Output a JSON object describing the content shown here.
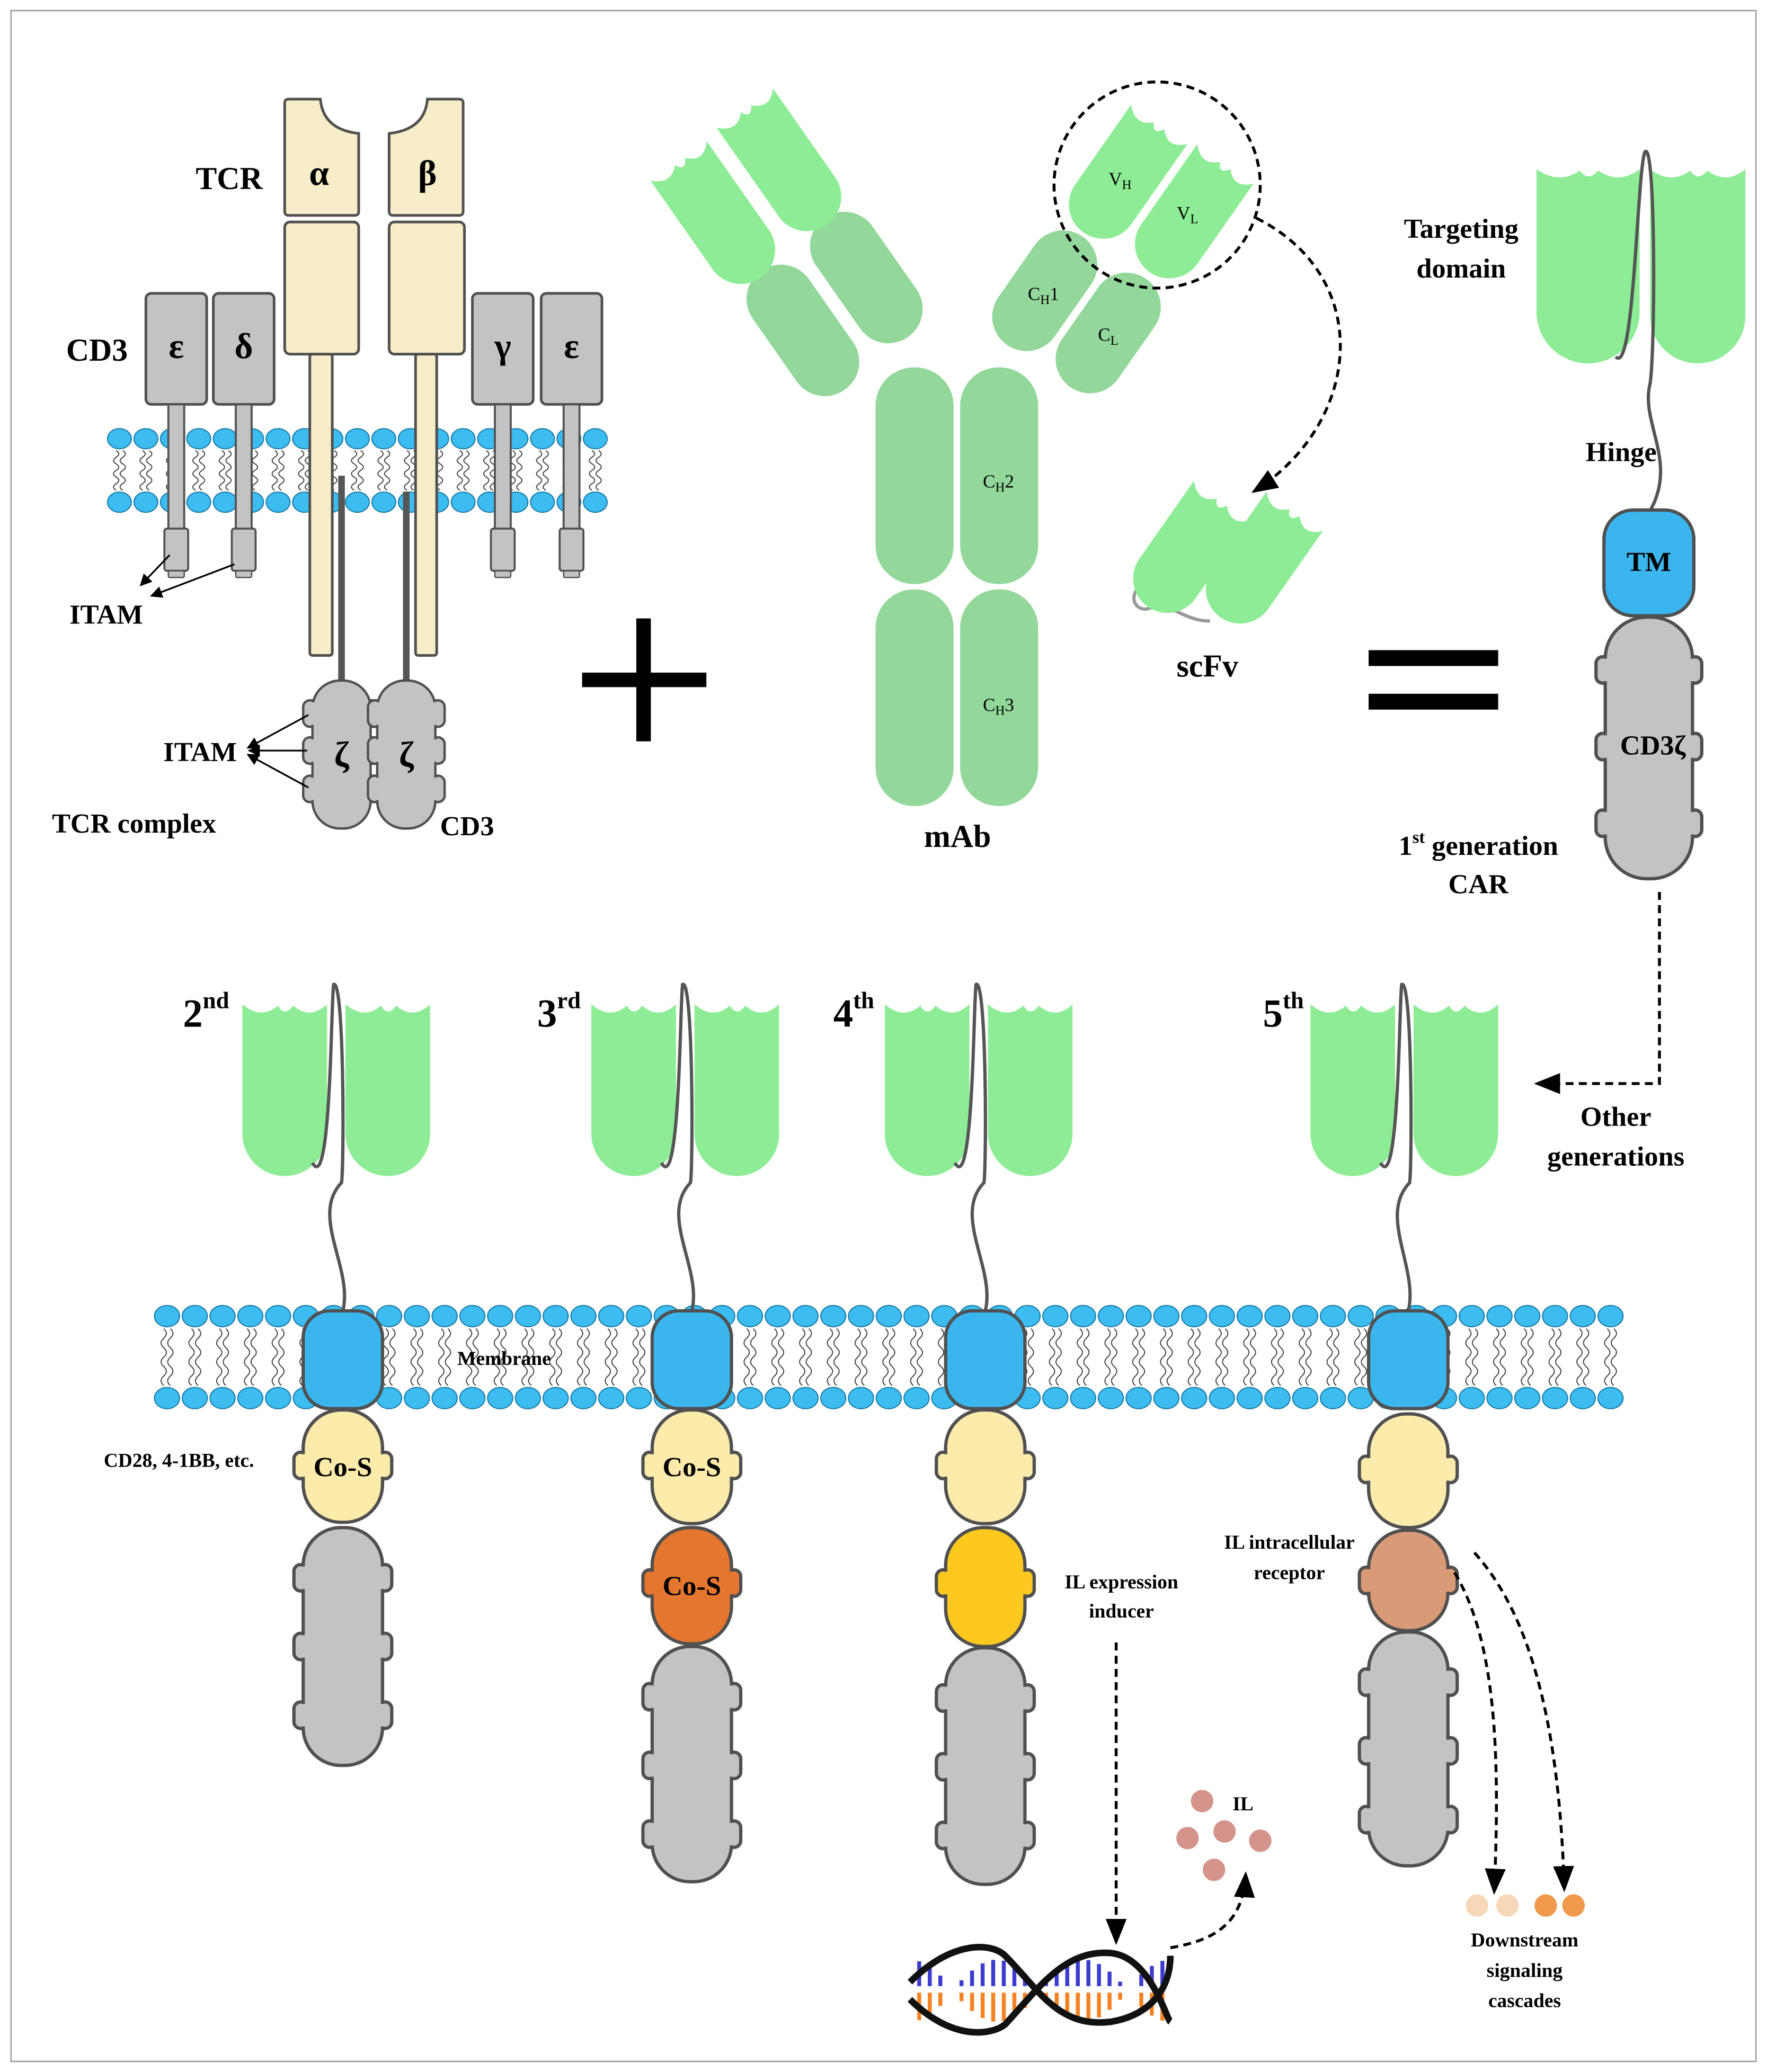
{
  "colors": {
    "tcr": "#f7edc8",
    "cd3": "#c3c3c3",
    "outline": "#505050",
    "membrane_head": "#3cbcf0",
    "scfv_green": "#8eec96",
    "mab_green": "#93d79b",
    "tm_blue": "#3bb5ee",
    "cos_yellow": "#fcebaa",
    "cos_orange": "#e5762f",
    "il_inducer": "#fdc91f",
    "il_receptor": "#d99a78",
    "il_dot": "#d4948c",
    "downstream_light": "#f8d7b8",
    "downstream_dark": "#f0994c",
    "dna_blue": "#3c3cd0",
    "dna_orange": "#f58220"
  },
  "tcr_complex": {
    "tcr_label": "TCR",
    "alpha": "α",
    "beta": "β",
    "cd3_label": "CD3",
    "epsilon": "ε",
    "delta": "δ",
    "gamma": "γ",
    "zeta": "ζ",
    "itam_top": "ITAM",
    "itam_bottom": "ITAM",
    "complex_label": "TCR complex",
    "cd3_zeta_label": "CD3"
  },
  "mab": {
    "label": "mAb",
    "vh": {
      "main": "V",
      "sub": "H"
    },
    "vl": {
      "main": "V",
      "sub": "L"
    },
    "ch1": {
      "main": "C",
      "sub": "H",
      "suffix": "1"
    },
    "cl": {
      "main": "C",
      "sub": "L"
    },
    "ch2": {
      "main": "C",
      "sub": "H",
      "suffix": "2"
    },
    "ch3": {
      "main": "C",
      "sub": "H",
      "suffix": "3"
    },
    "scfv_label": "scFv"
  },
  "first_gen": {
    "targeting_domain": [
      "Targeting",
      "domain"
    ],
    "hinge": "Hinge",
    "tm": "TM",
    "cd3z": "CD3ζ",
    "gen_num": "1",
    "gen_sup": "st",
    "gen_rest": " generation",
    "car": "CAR",
    "other_generations": [
      "Other",
      "generations"
    ]
  },
  "generations": [
    {
      "num": "2",
      "sup": "nd"
    },
    {
      "num": "3",
      "sup": "rd"
    },
    {
      "num": "4",
      "sup": "th"
    },
    {
      "num": "5",
      "sup": "th"
    }
  ],
  "labels": {
    "membrane": "Membrane",
    "costim_examples": "CD28, 4-1BB, etc.",
    "cos": "Co-S",
    "il_expression_inducer": [
      "IL expression",
      "inducer"
    ],
    "il_intracellular_receptor": [
      "IL intracellular",
      "receptor"
    ],
    "il": "IL",
    "downstream": [
      "Downstream",
      "signaling",
      "cascades"
    ]
  }
}
